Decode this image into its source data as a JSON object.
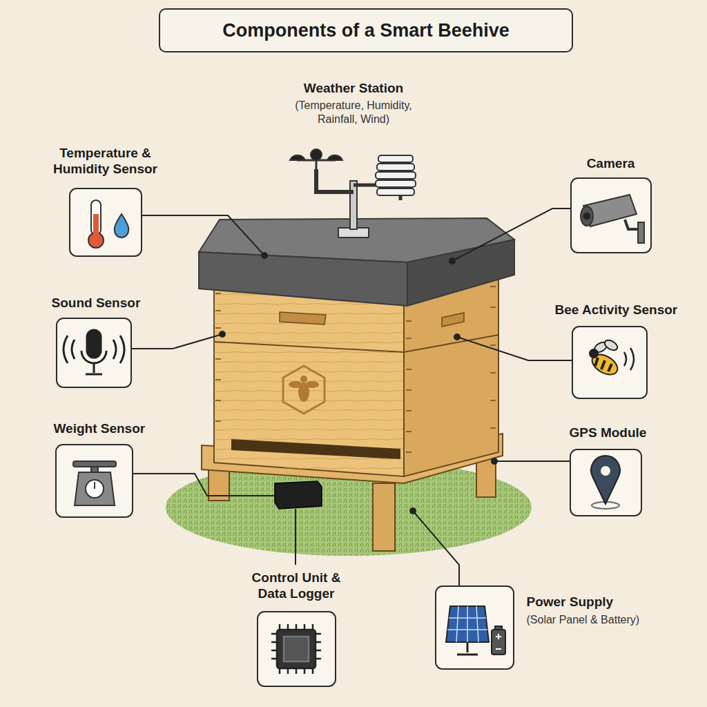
{
  "diagram": {
    "title": "Components of a Smart Beehive",
    "nodes": [
      {
        "text": [
          "Temperature & Humidity Sensor"
        ]
      },
      {
        "text": [
          "Camera"
        ]
      },
      {
        "text": [
          "Sound Sensor"
        ]
      },
      {
        "text": [
          "Bee Activity Sensor"
        ]
      },
      {
        "text": [
          "Weight Sensor"
        ]
      },
      {
        "text": [
          "GPS Module"
        ]
      },
      {
        "text": [
          "Control Unit & Data Logger"
        ]
      },
      {
        "text": [
          "Power Supply",
          "(Solar Panel & Battery)"
        ]
      }
    ],
    "labels": [
      "Weather Station",
      "(Temperature, Humidity, Rainfall, Wind)"
    ]
  }
}
